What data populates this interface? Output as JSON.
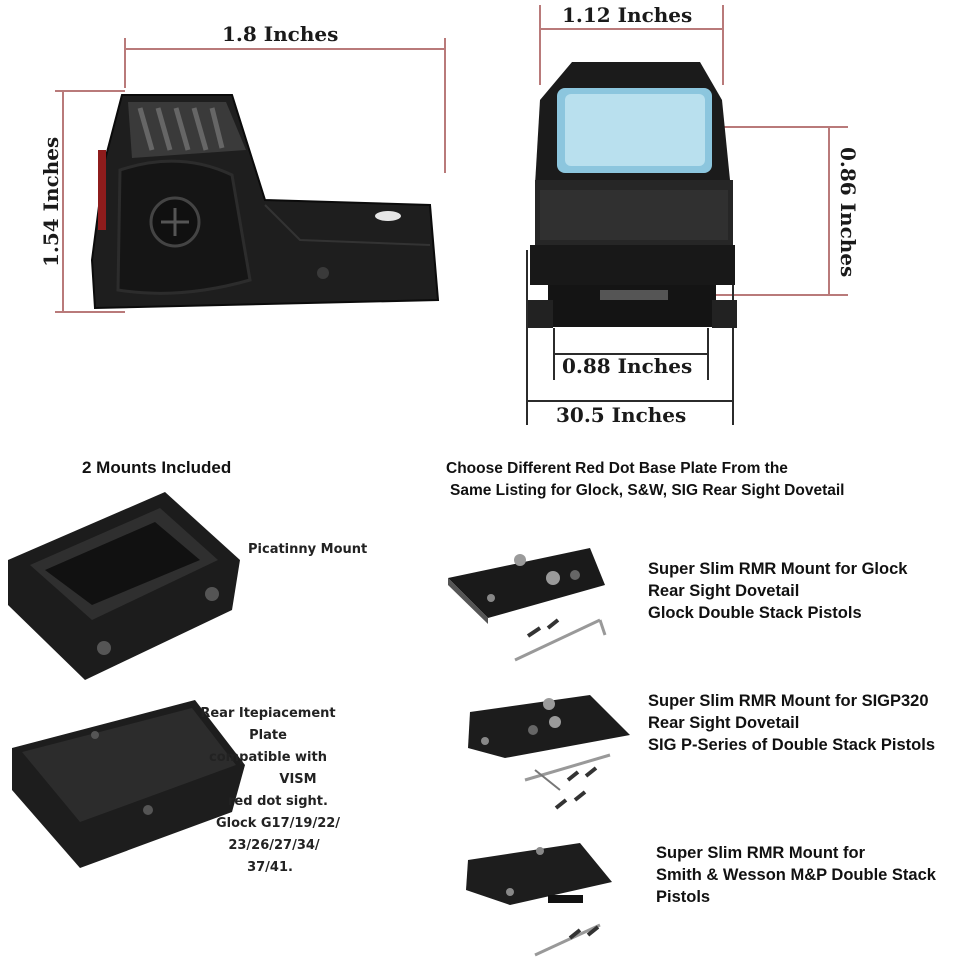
{
  "dimensions": {
    "side_width": "1.8 Inches",
    "side_height": "1.54 Inches",
    "front_width": "1.12 Inches",
    "window_height": "0.86 Inches",
    "rail_width": "0.88 Inches",
    "base_width": "30.5 Inches"
  },
  "mounts_heading": "2 Mounts Included",
  "picatinny_label": "Picatinny Mount",
  "rear_plate_lines": [
    "Rear Itepiacement Plate",
    "compatible with",
    "VISM",
    "red dot sight.",
    "Glock G17/19/22/",
    "23/26/27/34/",
    "37/41."
  ],
  "base_plate_heading_lines": [
    "Choose Different Red Dot Base Plate From the",
    "Same Listing for Glock, S&W, SIG Rear Sight Dovetail"
  ],
  "plates": [
    {
      "lines": [
        "Super Slim RMR Mount for Glock",
        "Rear Sight Dovetail",
        "Glock Double Stack Pistols"
      ]
    },
    {
      "lines": [
        "Super Slim RMR Mount for SIGP320",
        "Rear Sight Dovetail",
        "SIG P-Series of Double Stack Pistols"
      ]
    },
    {
      "lines": [
        "Super Slim RMR Mount for",
        "Smith & Wesson M&P Double Stack",
        "Pistols"
      ]
    }
  ]
}
